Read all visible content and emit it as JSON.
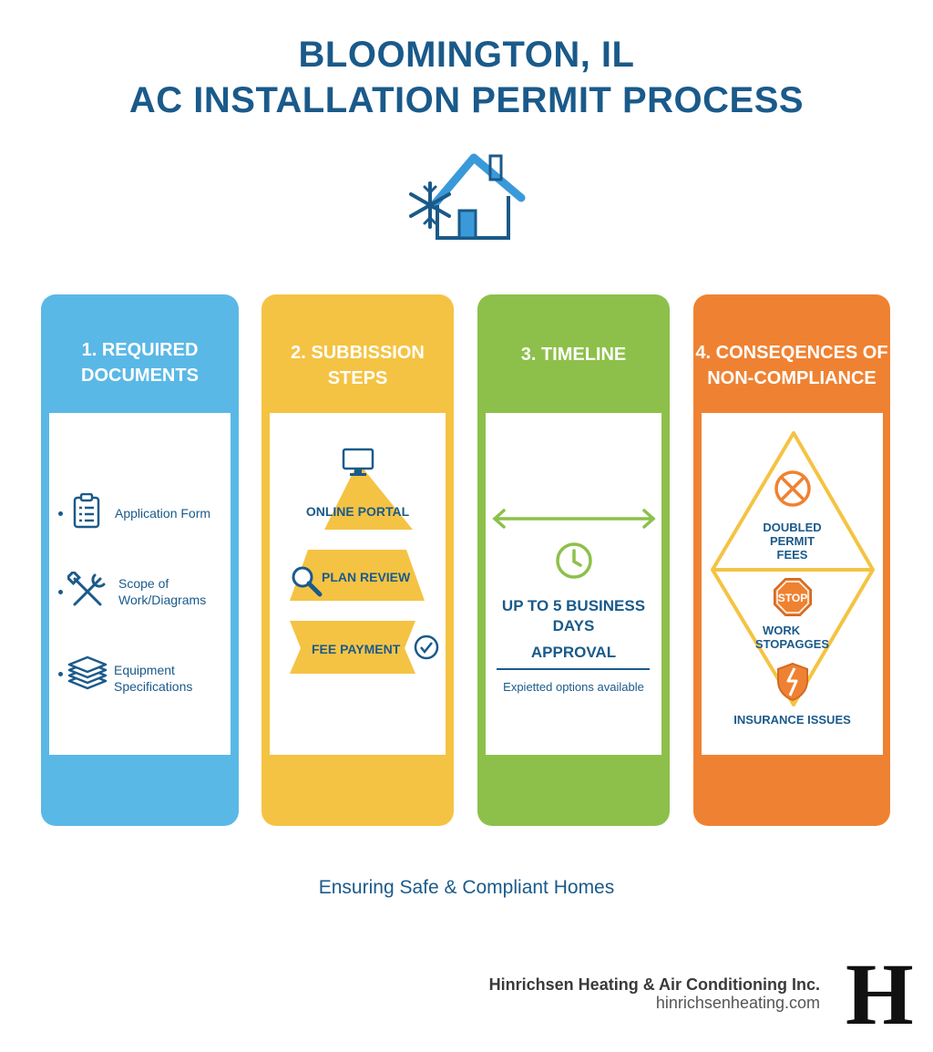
{
  "header": {
    "title_line1": "BLOOMINGTON, IL",
    "title_line2": "AC INSTALLATION PERMIT PROCESS",
    "icon": "house-snowflake-icon"
  },
  "columns": [
    {
      "heading_line1": "1. REQUIRED",
      "heading_line2": "DOCUMENTS",
      "color": "#5ab8e6",
      "items": [
        {
          "icon": "clipboard-checklist-icon",
          "label": "Application Form"
        },
        {
          "icon": "tools-icon",
          "label_line1": "Scope of",
          "label_line2": "Work/Diagrams"
        },
        {
          "icon": "stacked-layers-icon",
          "label_line1": "Equipment",
          "label_line2": "Specifications"
        }
      ]
    },
    {
      "heading_line1": "2. SUBBISSION",
      "heading_line2": "STEPS",
      "color": "#f5c343",
      "steps": [
        {
          "icon": "computer-monitor-icon",
          "label": "ONLINE PORTAL"
        },
        {
          "icon": "magnifier-icon",
          "label": "PLAN REVIEW"
        },
        {
          "icon": "check-circle-icon",
          "label": "FEE PAYMENT"
        }
      ]
    },
    {
      "heading": "3. TIMELINE",
      "color": "#8dc04a",
      "icon": "clock-icon",
      "timeline_line1": "UP TO 5 BUSINESS",
      "timeline_line2": "DAYS",
      "timeline_line3": "APPROVAL",
      "note": "Expietted options available"
    },
    {
      "heading_line1": "4. CONSEQENCES OF",
      "heading_line2": "NON-COMPLIANCE",
      "color": "#ef8232",
      "items": [
        {
          "icon": "prohibited-icon",
          "label_line1": "DOUBLED",
          "label_line2": "PERMIT",
          "label_line3": "FEES"
        },
        {
          "icon": "stop-sign-icon",
          "sign_text": "STOP",
          "label_line1": "WORK",
          "label_line2": "STOPAGGES"
        },
        {
          "icon": "broken-shield-icon",
          "label": "INSURANCE ISSUES"
        }
      ]
    }
  ],
  "tagline": "Ensuring Safe & Compliant Homes",
  "footer": {
    "company": "Hinrichsen Heating & Air Conditioning Inc.",
    "website": "hinrichsenheating.com",
    "logo_text": "H"
  }
}
